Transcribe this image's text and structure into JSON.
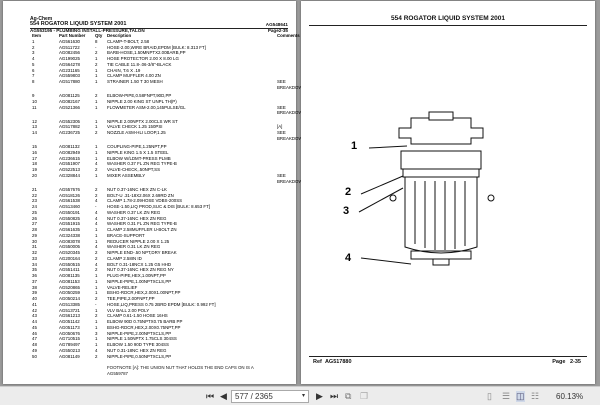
{
  "left_page": {
    "company": "Ag-Chem",
    "title": "554 ROGATOR LIQUID SYSTEM 2001",
    "doc_no": "AG548641",
    "subtitle": "AG553195 - PLUMBING INSTALL-PRESSURE,TALON",
    "page": "Page2-35",
    "headers": {
      "item": "Item",
      "part": "Part Number",
      "qty": "Qty",
      "desc": "Description",
      "comments": "Comments"
    },
    "rows": [
      [
        "1",
        "AG561630",
        "8",
        "CLAMP-T-BOLT, 2.58",
        ""
      ],
      [
        "2",
        "AG511722",
        "-",
        "HOSE-2.00,WIRE BRAID,EPDM [BULK: 8.313 FT]",
        ""
      ],
      [
        "3",
        "AG082456",
        "2",
        "BARB-HOSE,1.50MNPTX2.00BARB,PP",
        ""
      ],
      [
        "4",
        "AG199025",
        "1",
        "HOSE PROTECTOR 2.00 X 8.00 LG",
        ""
      ],
      [
        "5",
        "AG564278",
        "2",
        "TIE CABLE 11.8-.06-3/8\"-BLACK",
        ""
      ],
      [
        "6",
        "AG231165",
        "1",
        "CHAIN, T.6 X .19",
        ""
      ],
      [
        "7",
        "AG559803",
        "1",
        "CLAMP MUFFLER 4.00 ZN",
        ""
      ],
      [
        "8",
        "AG517880",
        "1",
        "STRAINER 1.50 T 30 MESH",
        "SEE BREAKDOWN"
      ],
      [
        "9",
        "AG081125",
        "2",
        "ELBOW-PIPE,0.58FNPT,90D,PP",
        ""
      ],
      [
        "10",
        "AG082167",
        "1",
        "NIPPLE 2.00 KING ST UNPL TH(P)",
        ""
      ],
      [
        "11",
        "AG521366",
        "1",
        "FLOWMETER ASM-2.00,145PULSE/GL",
        "SEE BREAKDOWN"
      ],
      [
        "12",
        "AG552305",
        "1",
        "NIPPLE 2.00NPTX 2.00CLS WR ST",
        ""
      ],
      [
        "13",
        "AG517882",
        "1",
        "VALVE CHECK 1.25 150PSI",
        "[A]"
      ],
      [
        "14",
        "AG236725",
        "2",
        "NOZZLE ASM-HLI LOOP,1.25",
        "SEE BREAKDOWN"
      ],
      [
        "15",
        "AG081132",
        "1",
        "COUPLING-PIPE,1.25NPT,PP",
        ""
      ],
      [
        "16",
        "AG082949",
        "1",
        "NIPPLE KING 1.5 X 1.5 STEEL",
        ""
      ],
      [
        "17",
        "AG236615",
        "1",
        "ELBOW W/LDMT-PRESS PLMB",
        ""
      ],
      [
        "18",
        "AG551907",
        "4",
        "WASHER 0.37 FL ZN REG TYPE-B",
        ""
      ],
      [
        "19",
        "AG522513",
        "2",
        "VALVE-CHECK,.50NPT,SS",
        ""
      ],
      [
        "20",
        "AG328844",
        "1",
        "MIXER ASSEMBLY",
        "SEE BREAKDOWN"
      ],
      [
        "21",
        "AG557676",
        "2",
        "NUT 0.37-16NC HEX ZN C-LK",
        ""
      ],
      [
        "22",
        "AG518126",
        "2",
        "BOLT-U .31-18X2.06X 2.69RD ZN",
        ""
      ],
      [
        "23",
        "AG561538",
        "4",
        "CLAMP 1.78-2.09HOSE VDBS-200SS",
        ""
      ],
      [
        "24",
        "AG513460",
        "-",
        "HOSE-1.50,LIQ PROD,SUC & DIS [BULK: 8.653 FT]",
        ""
      ],
      [
        "25",
        "AG550191",
        "4",
        "WASHER 0.37 LK ZN REG",
        ""
      ],
      [
        "26",
        "AG550825",
        "4",
        "NUT 0.37-16NC HEX ZN REG",
        ""
      ],
      [
        "27",
        "AG551915",
        "4",
        "WASHER 0.31 FL ZN REG TYPE-B",
        ""
      ],
      [
        "28",
        "AG561635",
        "1",
        "CLAMP 2.58MUFFLER U-BOLT ZN",
        ""
      ],
      [
        "29",
        "AG324338",
        "1",
        "BRACE-SUPPORT",
        ""
      ],
      [
        "30",
        "AG083078",
        "1",
        "REDUCER NIPPLE 2.00 X 1.25",
        ""
      ],
      [
        "31",
        "AG550005",
        "4",
        "WASHER 0.31 LK ZN REG",
        ""
      ],
      [
        "32",
        "AG520345",
        "2",
        "NIPPLE END-.50 NPT,DRY BREAK",
        ""
      ],
      [
        "33",
        "AG200164",
        "2",
        "CLAMP 2.58IN ID",
        ""
      ],
      [
        "34",
        "AG550515",
        "4",
        "BOLT 0.31-18NCX 1.25 G5 HHD",
        ""
      ],
      [
        "35",
        "AG551411",
        "2",
        "NUT 0.37-16NC HEX ZN REG NY",
        ""
      ],
      [
        "36",
        "AG081135",
        "1",
        "PLUG-PIPE,HEX,1.00NPT,PP",
        ""
      ],
      [
        "37",
        "AG081153",
        "1",
        "NIPPLE-PIPE,1.00NPTXCLS,PP",
        ""
      ],
      [
        "38",
        "AG520865",
        "1",
        "VALVE-RELIEF",
        ""
      ],
      [
        "39",
        "AG050259",
        "1",
        "BSHG-RDCR,HEX,2.00X1.00NPT,PP",
        ""
      ],
      [
        "40",
        "AG050214",
        "2",
        "TEE,PIPE,2.00FNPT,PP",
        ""
      ],
      [
        "41",
        "AG513385",
        "-",
        "HOSE,LIQ,PRESS 0.75 2BRD EPDM [BULK: 0.992 FT]",
        ""
      ],
      [
        "42",
        "AG513721",
        "1",
        "VLV BALL 2.00 POLY",
        ""
      ],
      [
        "43",
        "AG561213",
        "2",
        "CLAMP 0.61-1.50 HOSE 16HS",
        ""
      ],
      [
        "44",
        "AG051142",
        "1",
        "ELBOW 90D 0.75NPTX0.75 BARB PP",
        ""
      ],
      [
        "45",
        "AG051173",
        "1",
        "BSHG-RDCR,HEX,2.00X0.75NPT,PP",
        ""
      ],
      [
        "46",
        "AG050676",
        "3",
        "NIPPLE-PIPE,2.00NPTXCLS,PP",
        ""
      ],
      [
        "47",
        "AG710515",
        "1",
        "NIPPLE 1.50NPTX 1.75CLS 304SS",
        ""
      ],
      [
        "48",
        "AG789497",
        "1",
        "ELBOW 1.50 90D TYPE 304SS",
        ""
      ],
      [
        "49",
        "AG550213",
        "4",
        "NUT 0.31-18NC HEX ZN REG",
        ""
      ],
      [
        "50",
        "AG081149",
        "2",
        "NIPPLE-PIPE,0.50NPTXCLS,PP",
        ""
      ]
    ],
    "footnote": "FOOTNOTE [A]: THE UNION NUT THAT HOLDS THE END CAPS ON IS A AG559787"
  },
  "right_page": {
    "title": "554 ROGATOR LIQUID SYSTEM 2001",
    "callouts": [
      "1",
      "2",
      "3",
      "4"
    ],
    "ref_label": "Ref",
    "ref": "AG517880",
    "page_label": "Page",
    "page": "2-35"
  },
  "toolbar": {
    "page_value": "577 / 2365",
    "zoom": "60.13%",
    "icons": [
      "first-page-icon",
      "prev-page-icon",
      "next-page-icon",
      "last-page-icon",
      "single-page-icon",
      "continuous-icon",
      "facing-icon",
      "continuous-facing-icon"
    ]
  }
}
